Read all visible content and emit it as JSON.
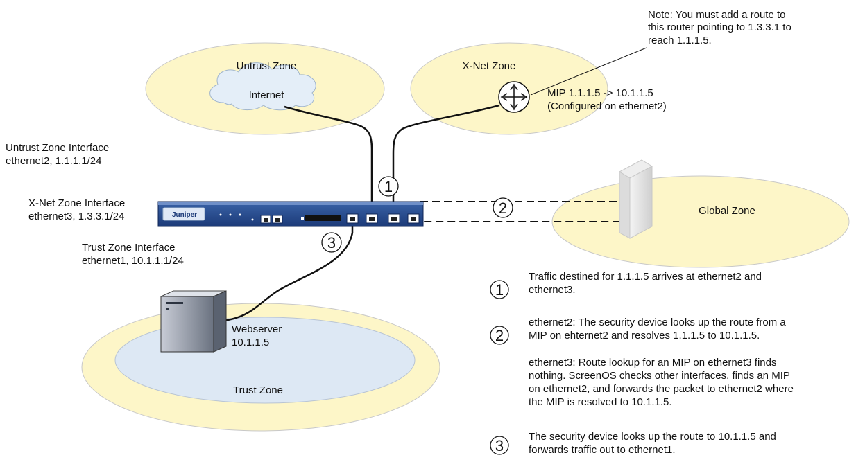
{
  "zones": {
    "untrust": "Untrust Zone",
    "xnet": "X-Net Zone",
    "global": "Global Zone",
    "trust": "Trust Zone"
  },
  "internet_label": "Internet",
  "webserver": {
    "name": "Webserver",
    "ip": "10.1.1.5"
  },
  "note": [
    "Note: You must add a route to",
    "this router pointing to 1.3.3.1 to",
    "reach 1.1.1.5."
  ],
  "mip": [
    "MIP 1.1.1.5 -> 10.1.1.5",
    "(Configured on ethernet2)"
  ],
  "interfaces": {
    "untrust": [
      "Untrust Zone Interface",
      "ethernet2, 1.1.1.1/24"
    ],
    "xnet": [
      "X-Net Zone Interface",
      "ethernet3, 1.3.3.1/24"
    ],
    "trust": [
      "Trust Zone Interface",
      "ethernet1, 10.1.1.1/24"
    ]
  },
  "device_logo": "Juniper",
  "markers": [
    "1",
    "2",
    "3"
  ],
  "steps": [
    {
      "number": "1",
      "lines": [
        "Traffic destined for 1.1.1.5 arrives at ethernet2 and",
        "ethernet3."
      ]
    },
    {
      "number": "2",
      "lines": [
        "ethernet2: The security device looks up the route from a",
        "MIP on ehternet2 and resolves 1.1.1.5 to 10.1.1.5."
      ],
      "extra_lines": [
        "ethernet3:  Route lookup for an MIP on ethernet3 finds",
        "nothing.  ScreenOS checks other interfaces, finds an MIP",
        "on ethernet2, and forwards the packet to ethernet2  where",
        "the MIP is resolved to 10.1.1.5."
      ]
    },
    {
      "number": "3",
      "lines": [
        "The security device looks up the route to 10.1.1.5 and",
        "forwards traffic out  to ethernet1."
      ]
    }
  ],
  "colors": {
    "zone_fill": "#fdf6c8",
    "zone_stroke": "#c8c8c8",
    "trust_inner_fill": "#dde8f4",
    "cloud_fill": "#e4eef8",
    "device_body": "#2a4a8a",
    "line": "#111111"
  }
}
